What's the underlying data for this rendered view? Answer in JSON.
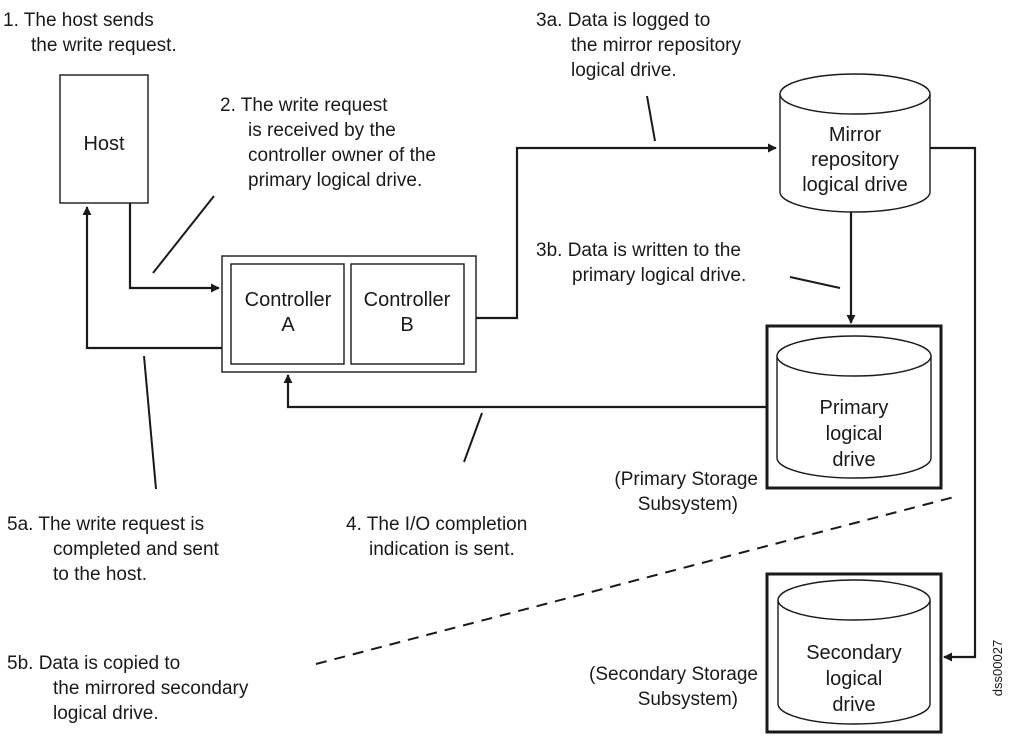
{
  "components": {
    "host": "Host",
    "controller_a": [
      "Controller",
      "A"
    ],
    "controller_b": [
      "Controller",
      "B"
    ],
    "mirror_repository": [
      "Mirror",
      "repository",
      "logical drive"
    ],
    "primary_drive": [
      "Primary",
      "logical",
      "drive"
    ],
    "secondary_drive": [
      "Secondary",
      "logical",
      "drive"
    ],
    "primary_subsystem": [
      "(Primary Storage",
      "Subsystem)"
    ],
    "secondary_subsystem": [
      "(Secondary Storage",
      "Subsystem)"
    ]
  },
  "steps": {
    "step1": [
      "1. The host sends",
      "the write request."
    ],
    "step2": [
      "2. The write request",
      "is received by the",
      "controller owner of the",
      "primary logical drive."
    ],
    "step3a": [
      "3a. Data is logged to",
      "the mirror repository",
      "logical drive."
    ],
    "step3b": [
      "3b. Data is written to the",
      "primary logical drive."
    ],
    "step4": [
      "4. The I/O completion",
      "indication is sent."
    ],
    "step5a": [
      "5a. The write request is",
      "completed and sent",
      "to the host."
    ],
    "step5b": [
      "5b. Data is copied to",
      "the mirrored secondary",
      "logical drive."
    ]
  },
  "figure_id": "dss00027",
  "colors": {
    "ink": "#1a1a1a",
    "background": "#ffffff"
  }
}
